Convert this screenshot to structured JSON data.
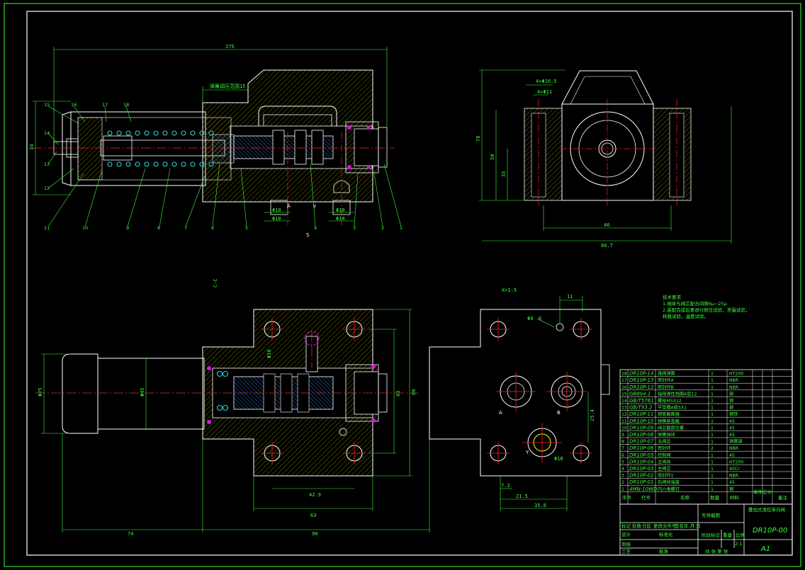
{
  "drawing": {
    "number": "DR10P-00",
    "sheet_size": "A1",
    "scale": "2:1",
    "assembly_name": "叠加式液控单向阀",
    "designer_label": "先导截图"
  },
  "technical_notes": {
    "heading": "技术要求",
    "lines": [
      "1.阀体与阀芯配合间隙6μ~25μ",
      "2.装配完成后要进行耐压试验，泄漏试验，",
      "   耗载试验，温度试验。"
    ]
  },
  "dimensions": {
    "top_overall": "175",
    "spring_label": "弹簧调压范围15",
    "height_left": "34",
    "phi10a": "Φ10",
    "phi10b": "Φ10",
    "phi10c": "Φ10",
    "phi10d": "Φ10",
    "side_w1": "4×Φ16.5",
    "side_w2": "4×Φ11",
    "side_h78": "78",
    "side_h50": "50",
    "side_h35": "35",
    "side_46": "46",
    "side_667": "66.7",
    "front_d75": "Φ75",
    "front_d45": "Φ45",
    "front_63a": "63",
    "front_80": "80",
    "front_429": "42.9",
    "front_63b": "63",
    "front_74": "74",
    "front_90": "90",
    "plan_111": "11",
    "plan_d4": "Φ4",
    "plan_6": "6",
    "plan_254": "25.4",
    "plan_72": "7.2",
    "plan_215": "21.5",
    "plan_358": "35.8",
    "plan_18": "Φ18",
    "plan_scale": "X=1:5",
    "port_a": "A",
    "port_b": "B",
    "port_y": "Y",
    "port_a2": "A",
    "port_s": "S",
    "port_y2": "Y",
    "section_mark": "C-C",
    "label_y": "Y"
  },
  "balloons": [
    "15",
    "16",
    "17",
    "18",
    "14",
    "13",
    "12",
    "11",
    "10",
    "9",
    "8",
    "7",
    "6",
    "5",
    "4",
    "3",
    "2",
    "1"
  ],
  "parts_list": {
    "headers": [
      "序号",
      "代号",
      "名称",
      "数量",
      "材料",
      "单件",
      "总计",
      "备注"
    ],
    "rows": [
      [
        "18",
        "DR10P-14",
        "锥阀弹簧",
        "1",
        "HT200"
      ],
      [
        "17",
        "DR10P-13",
        "密封环A",
        "1",
        "NBR"
      ],
      [
        "16",
        "DR10P-12",
        "密封环B",
        "1",
        "NBR"
      ],
      [
        "15",
        "GB894.1",
        "轴用弹性挡圈A型12",
        "1",
        "钢"
      ],
      [
        "14",
        "GB/T5761",
        "螺母M5X12",
        "1",
        "钢"
      ],
      [
        "13",
        "GB/T93.2",
        "平垫圈A级5X1",
        "1",
        "钢"
      ],
      [
        "12",
        "DR10P-11",
        "钢管截面器",
        "1",
        "钢铁"
      ],
      [
        "11",
        "DR10P-10",
        "弹簧座盖截",
        "1",
        "45"
      ],
      [
        "10",
        "DR10P-09",
        "阀芯截面位置",
        "1",
        "45"
      ],
      [
        "9",
        "DR10P-08",
        "弹簧挡块",
        "1",
        "45"
      ],
      [
        "8",
        "DR10P-07",
        "主阀芯",
        "1",
        "弹簧钢"
      ],
      [
        "7",
        "DR10P-06",
        "密封环",
        "2",
        "NBR"
      ],
      [
        "6",
        "DR10P-05",
        "控制阀",
        "1",
        "45"
      ],
      [
        "5",
        "DR10P-04",
        "主阀体",
        "1",
        "HT200"
      ],
      [
        "4",
        "DR10P-03",
        "主阀芯",
        "1",
        "40Cr"
      ],
      [
        "3",
        "DR10P-02",
        "密封环1",
        "1",
        "NBR"
      ],
      [
        "2",
        "DR10P-01",
        "右阀体端盖",
        "1",
        "45"
      ],
      [
        "1",
        "4MN-10WD",
        "内六角螺钉",
        "1",
        "钢"
      ]
    ]
  },
  "title_block": {
    "mark_row": [
      "标记",
      "处数",
      "分区",
      "更改文件号",
      "签名",
      "年.月.日"
    ],
    "design_row": [
      "设计",
      "",
      "",
      "标准化",
      "",
      ""
    ],
    "review_row": [
      "审核"
    ],
    "process_row": [
      "工艺",
      "",
      "",
      "批准"
    ],
    "stage_label": "阶段标记",
    "weight_label": "重量",
    "scale_label": "比例",
    "sheet_label": "共 张 第 张"
  },
  "colors": {
    "border": "#3aff3a",
    "outline": "#ffffff",
    "center": "#ff2020",
    "hatch": "#a0a000",
    "spring": "#33d0d0",
    "seal": "#e010e0",
    "accent": "#ffff00"
  }
}
